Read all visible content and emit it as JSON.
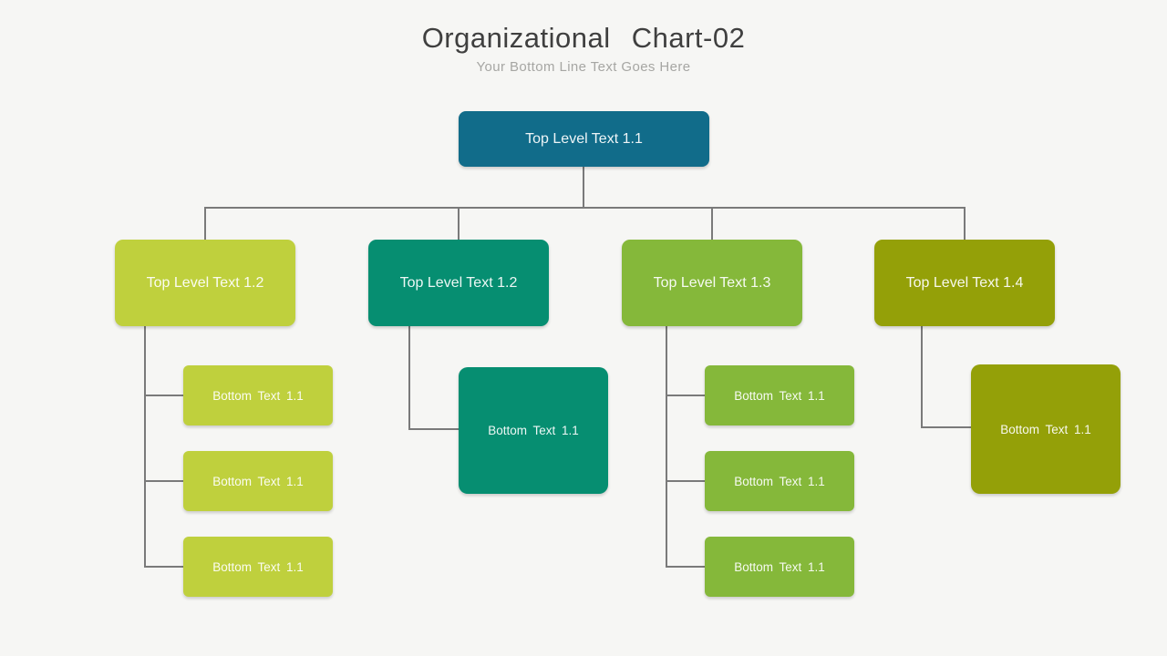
{
  "slide": {
    "title": "Organizational Chart-02",
    "subtitle": "Your Bottom Line Text Goes Here",
    "background_color": "#f6f6f4",
    "title_color": "#3f3f3f",
    "subtitle_color": "#a6a6a3"
  },
  "org_chart": {
    "connector_color": "#7a7a7a",
    "root": {
      "label": "Top Level Text 1.1",
      "color": "#116c8a"
    },
    "branches": [
      {
        "label": "Top Level Text 1.2",
        "color": "#bfd03d",
        "children": [
          {
            "label": "Bottom Text 1.1"
          },
          {
            "label": "Bottom Text 1.1"
          },
          {
            "label": "Bottom Text 1.1"
          }
        ]
      },
      {
        "label": "Top Level Text 1.2",
        "color": "#068e71",
        "children": [
          {
            "label": "Bottom Text 1.1"
          }
        ]
      },
      {
        "label": "Top Level Text 1.3",
        "color": "#85b83a",
        "children": [
          {
            "label": "Bottom Text 1.1"
          },
          {
            "label": "Bottom Text 1.1"
          },
          {
            "label": "Bottom Text 1.1"
          }
        ]
      },
      {
        "label": "Top Level Text 1.4",
        "color": "#94a008",
        "children": [
          {
            "label": "Bottom Text 1.1"
          }
        ]
      }
    ]
  }
}
